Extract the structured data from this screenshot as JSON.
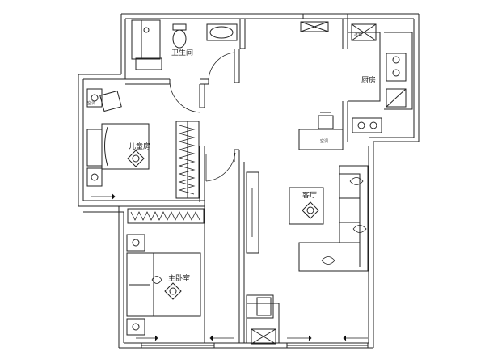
{
  "rooms": {
    "bathroom": "卫生间",
    "kitchen": "厨房",
    "kids_room": "儿童房",
    "master_bedroom": "主卧室",
    "living_room": "客厅"
  },
  "fixtures": {
    "fridge": "冰箱",
    "ac_left": "空调",
    "ac_center": "空调"
  }
}
